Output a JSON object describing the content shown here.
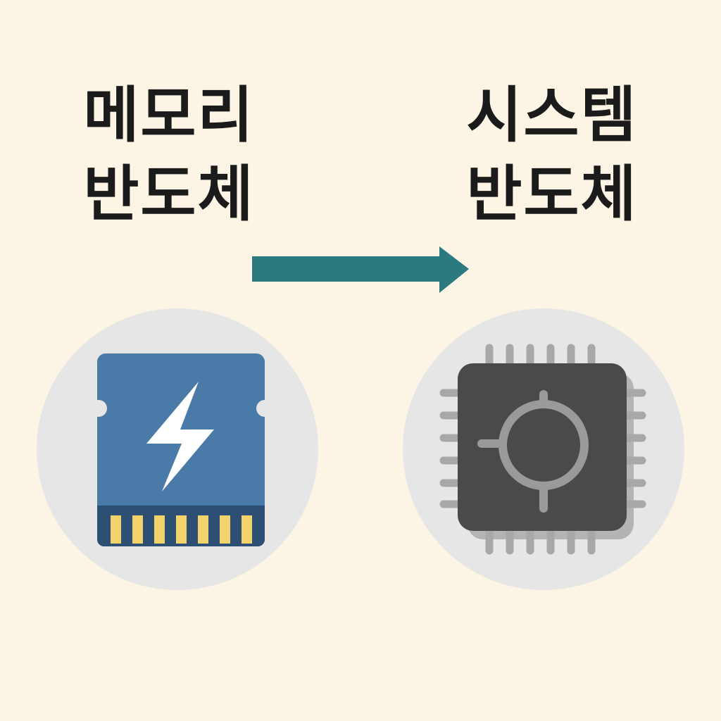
{
  "left": {
    "title_line1": "메모리",
    "title_line2": "반도체",
    "icon": "memory-card-icon"
  },
  "right": {
    "title_line1": "시스템",
    "title_line2": "반도체",
    "icon": "processor-chip-icon"
  },
  "colors": {
    "background": "#fcf5e6",
    "text": "#1b1b1b",
    "arrow": "#2a7a80",
    "circle": "#e6e6e6",
    "memory_card": "#4a7aa8",
    "memory_card_strip": "#2d4f73",
    "memory_contacts": "#f2d36b",
    "chip_body": "#4a4a4a",
    "chip_pins": "#a8a8a8",
    "chip_mark": "#9a9a9a"
  }
}
